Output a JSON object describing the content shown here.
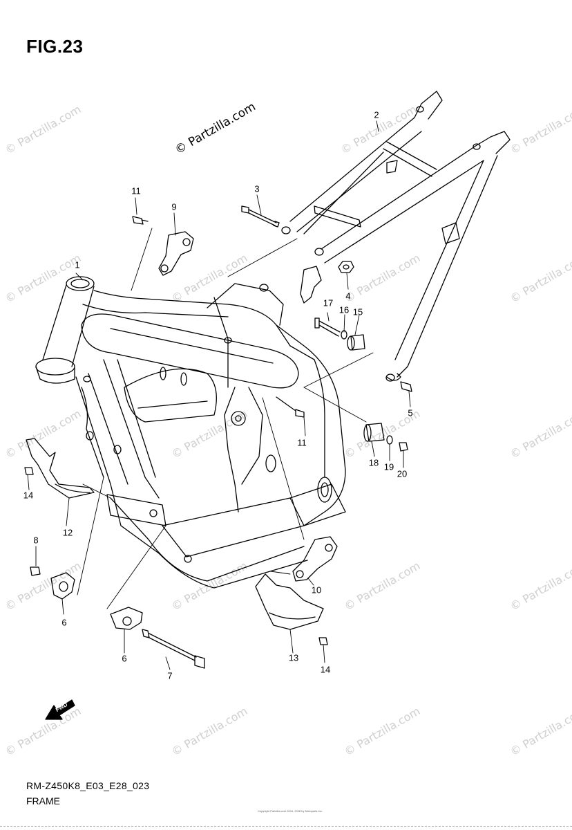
{
  "title": "FIG.23",
  "watermark_main": "© Partzilla.com",
  "watermark_repeat": "© Partzilla.com",
  "footer": {
    "model_code": "RM-Z450K8_E03_E28_023",
    "name": "FRAME",
    "copyright": "Copyright Partzilla.com 2004, 2008 by Motoparts Inc."
  },
  "fwd_label": "FWD",
  "parts": [
    {
      "id": "p1",
      "label": "1"
    },
    {
      "id": "p2",
      "label": "2"
    },
    {
      "id": "p3",
      "label": "3"
    },
    {
      "id": "p4",
      "label": "4"
    },
    {
      "id": "p5",
      "label": "5"
    },
    {
      "id": "p6a",
      "label": "6"
    },
    {
      "id": "p6b",
      "label": "6"
    },
    {
      "id": "p7",
      "label": "7"
    },
    {
      "id": "p8",
      "label": "8"
    },
    {
      "id": "p9",
      "label": "9"
    },
    {
      "id": "p10",
      "label": "10"
    },
    {
      "id": "p11a",
      "label": "11"
    },
    {
      "id": "p11b",
      "label": "11"
    },
    {
      "id": "p12",
      "label": "12"
    },
    {
      "id": "p13",
      "label": "13"
    },
    {
      "id": "p14a",
      "label": "14"
    },
    {
      "id": "p14b",
      "label": "14"
    },
    {
      "id": "p15",
      "label": "15"
    },
    {
      "id": "p16",
      "label": "16"
    },
    {
      "id": "p17",
      "label": "17"
    },
    {
      "id": "p18",
      "label": "18"
    },
    {
      "id": "p19",
      "label": "19"
    },
    {
      "id": "p20",
      "label": "20"
    }
  ]
}
